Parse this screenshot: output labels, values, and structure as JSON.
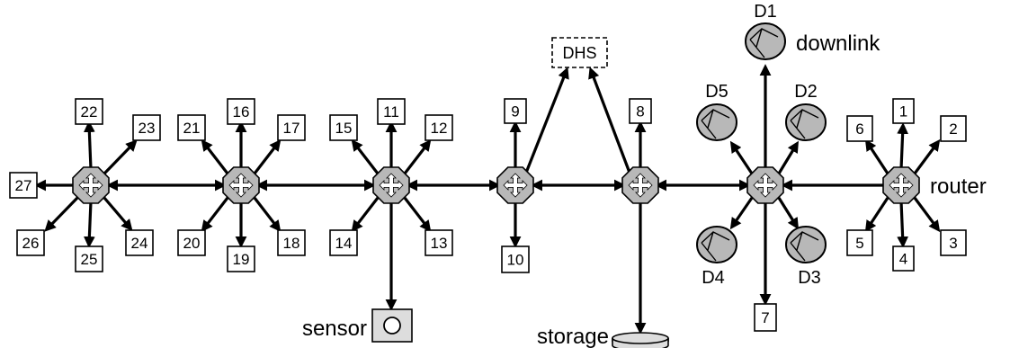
{
  "diagram": {
    "labels": {
      "dhs": "DHS",
      "downlink": "downlink",
      "router": "router",
      "sensor": "sensor",
      "storage": "storage"
    },
    "nodes": [
      "1",
      "2",
      "3",
      "4",
      "5",
      "6",
      "7",
      "8",
      "9",
      "10",
      "11",
      "12",
      "13",
      "14",
      "15",
      "16",
      "17",
      "18",
      "19",
      "20",
      "21",
      "22",
      "23",
      "24",
      "25",
      "26",
      "27"
    ],
    "dishes": [
      "D1",
      "D2",
      "D3",
      "D4",
      "D5"
    ],
    "colors": {
      "router_fill": "#b8b8b8",
      "dish_fill": "#b8b8b8",
      "storage_fill": "#dddddd",
      "line": "#000000"
    }
  }
}
